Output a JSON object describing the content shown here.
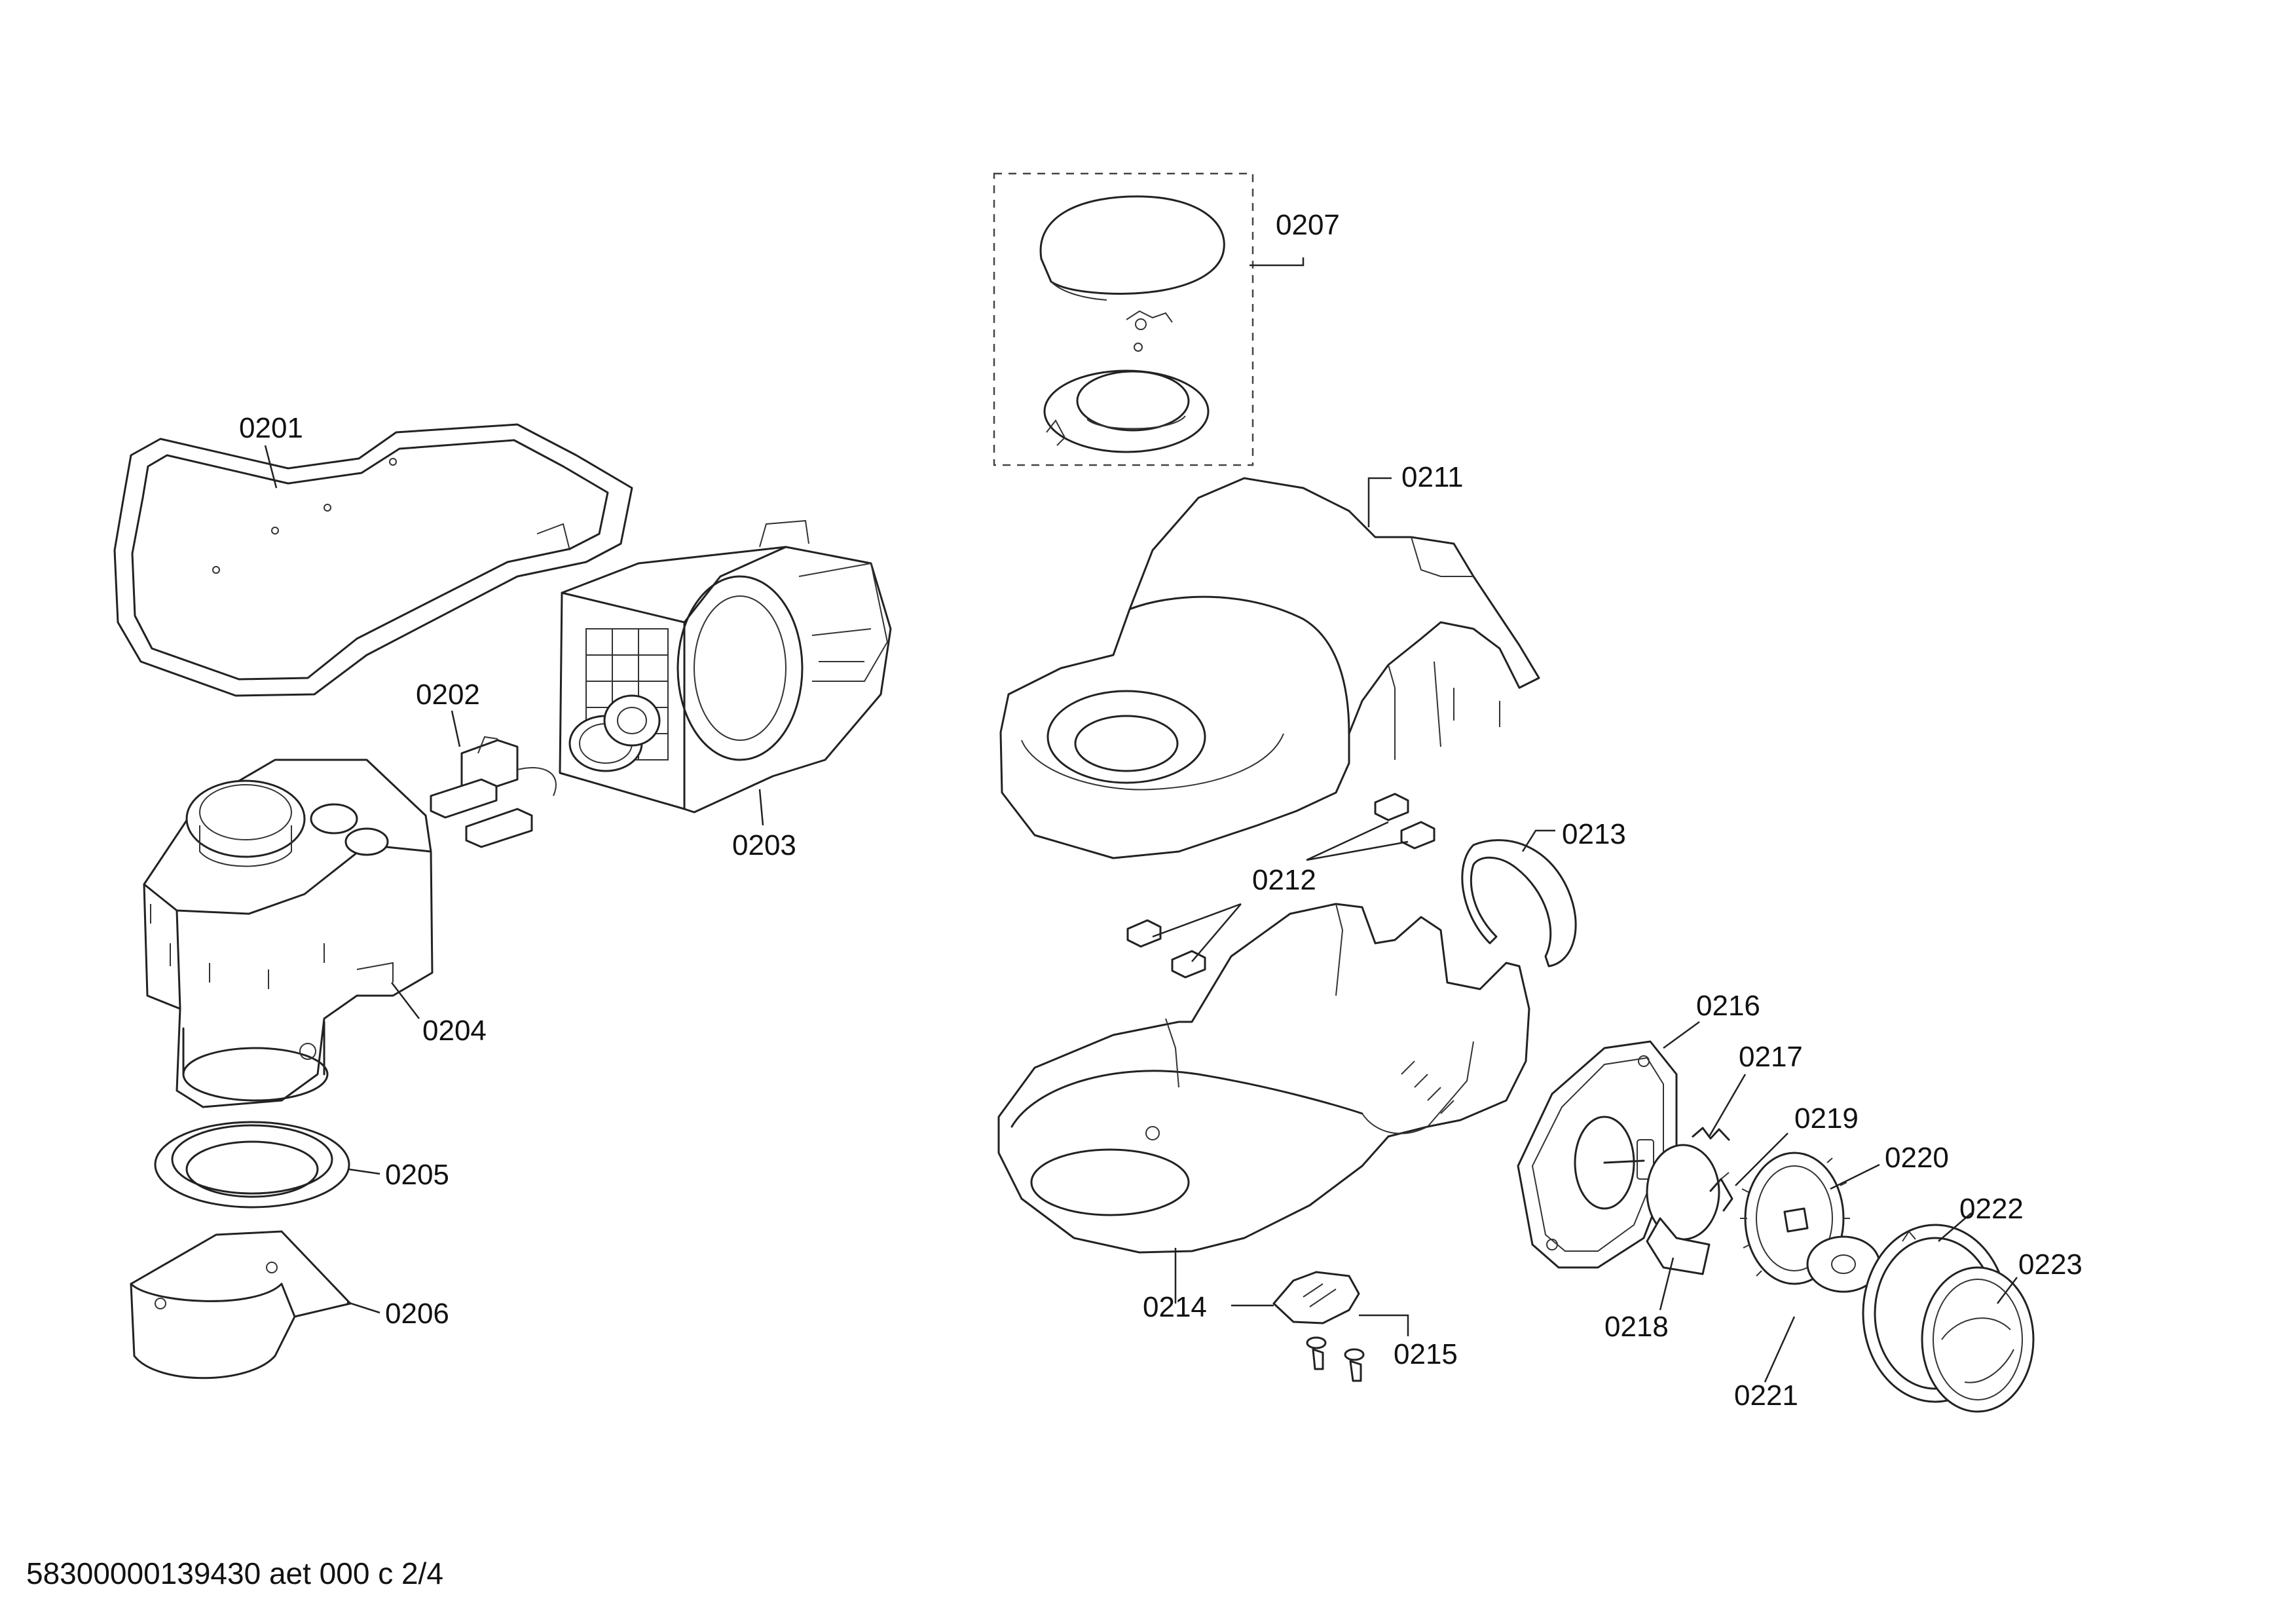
{
  "footer": {
    "reference": "58300000139430 aet 000 c 2/4"
  },
  "callouts": {
    "p0201": "0201",
    "p0202": "0202",
    "p0203": "0203",
    "p0204": "0204",
    "p0205": "0205",
    "p0206": "0206",
    "p0207": "0207",
    "p0211": "0211",
    "p0212": "0212",
    "p0213": "0213",
    "p0214": "0214",
    "p0215": "0215",
    "p0216": "0216",
    "p0217": "0217",
    "p0218": "0218",
    "p0219": "0219",
    "p0220": "0220",
    "p0221": "0221",
    "p0222": "0222",
    "p0223": "0223"
  }
}
